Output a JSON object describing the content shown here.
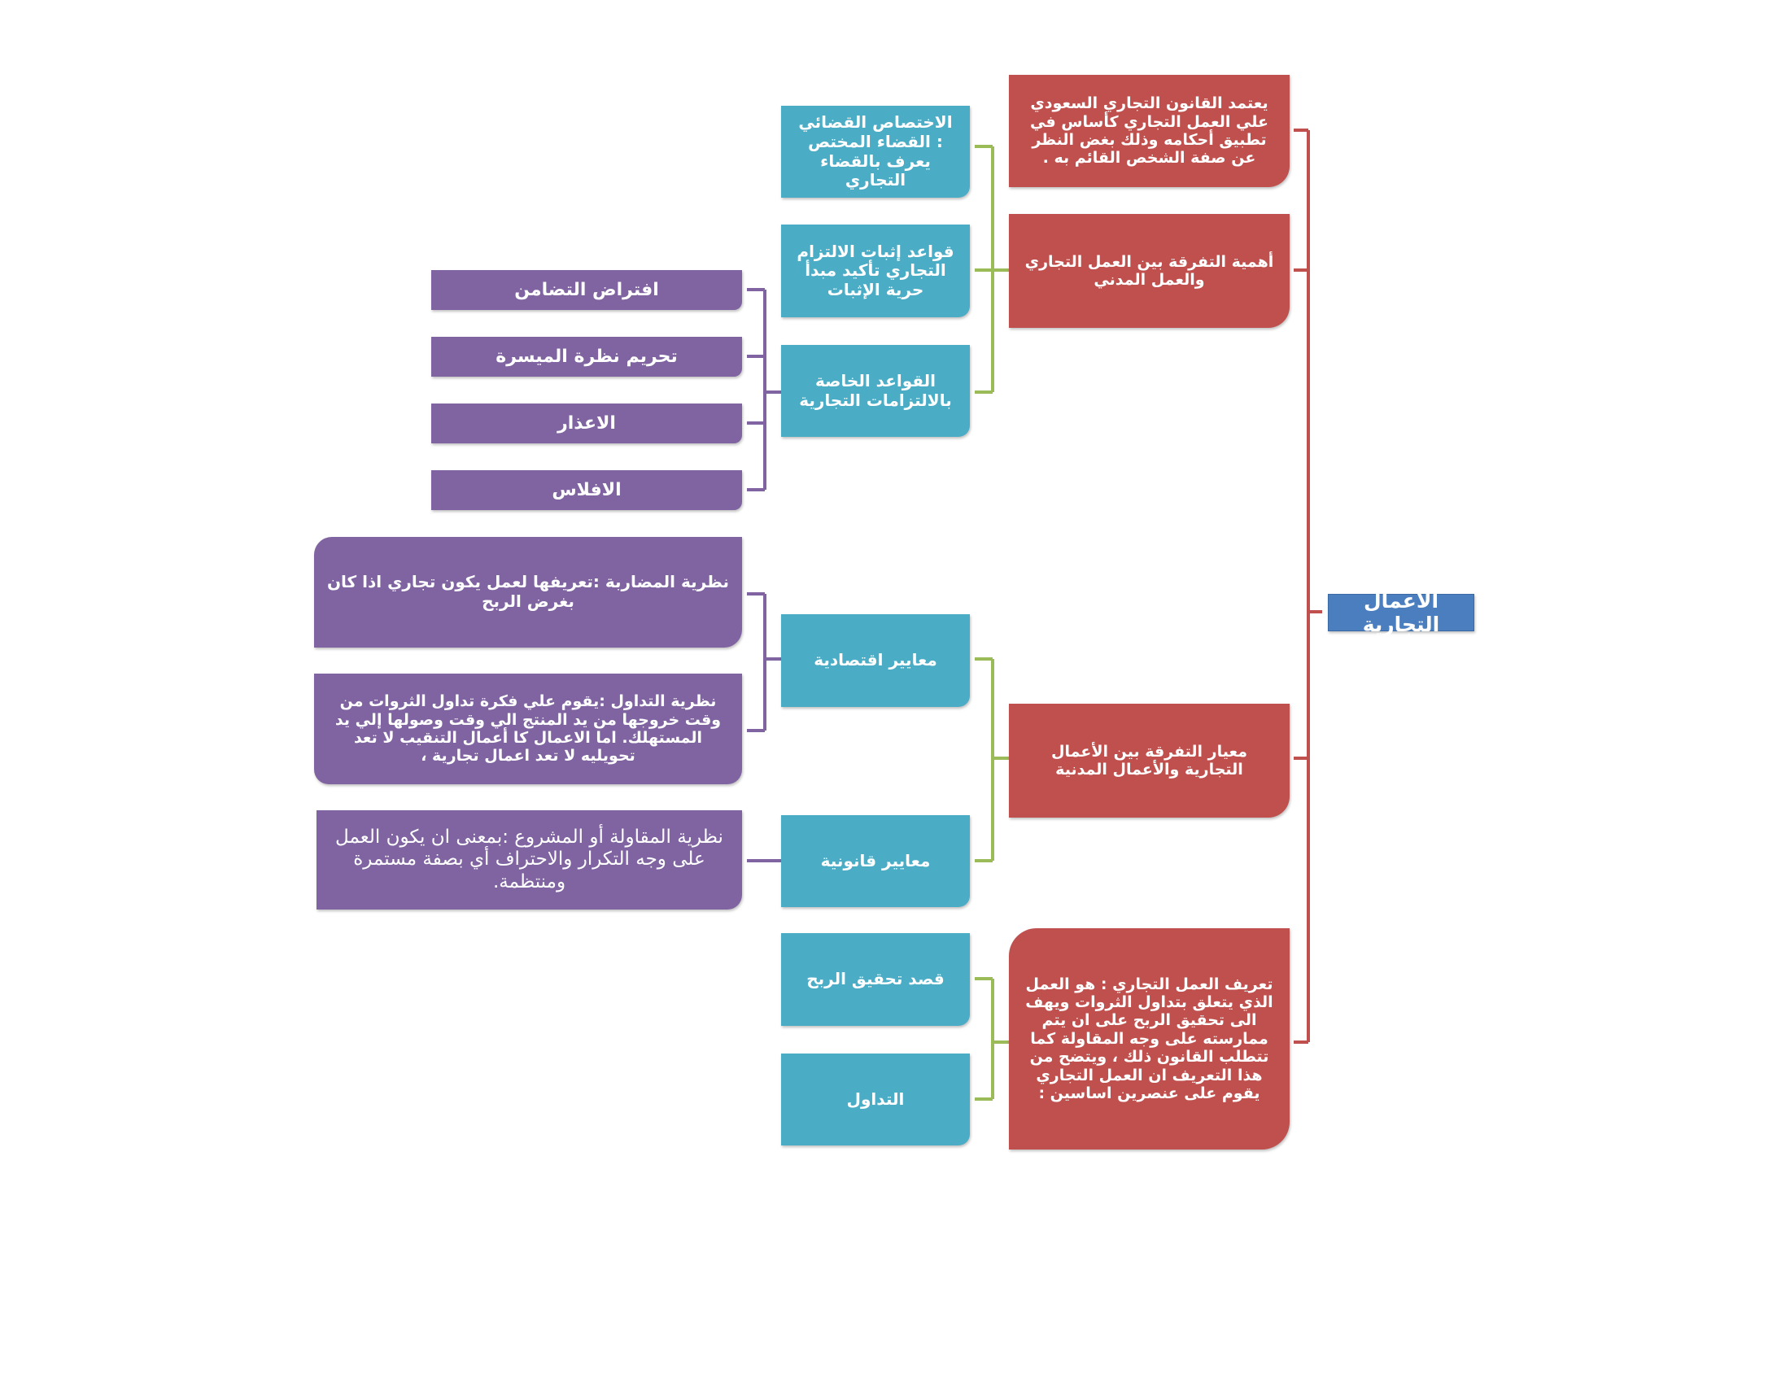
{
  "colors": {
    "root": "#4a7ebf",
    "level1": "#c0504d",
    "level2": "#4bacc6",
    "level3": "#8064a2",
    "connector_red": "#c0504d",
    "connector_green": "#9bbb59",
    "connector_purple": "#8064a2"
  },
  "root": {
    "label": "الاعمال التجارية"
  },
  "level1": [
    {
      "label": "يعتمد القانون التجاري السعودي علي العمل التجاري كأساس في تطبيق أحكامه وذلك بغض النظر عن صفة الشخص القائم  به ."
    },
    {
      "label": "أهمية التفرقة بين العمل التجاري والعمل المدني"
    },
    {
      "label": "معيار التفرقة بين الأعمال التجارية والأعمال المدنية"
    },
    {
      "label": "تعريف العمل التجاري :  هو العمل الذي يتعلق بتداول الثروات ويهف الى تحقيق الربح على ان يتم ممارسته على وجه المقاولة  كما تتطلب القانون ذلك ، ويتضح من هذا التعريف ان العمل التجاري يقوم على عنصرين اساسين :"
    }
  ],
  "level2": [
    {
      "label": "الاختصاص القضائي : القضاء المختص يعرف بالقضاء التجاري"
    },
    {
      "label": "قواعد إثبات الالتزام التجاري  تأكيد مبدأ حرية الإثبات"
    },
    {
      "label": "القواعد الخاصة بالالتزامات التجارية"
    },
    {
      "label": "معايير اقتصادية"
    },
    {
      "label": "معايير قانونية"
    },
    {
      "label": "قصد تحقيق الربح"
    },
    {
      "label": "التداول"
    }
  ],
  "level3": [
    {
      "label": "افتراض التضامن"
    },
    {
      "label": "تحريم نظرة الميسرة"
    },
    {
      "label": "الاعذار"
    },
    {
      "label": "الافلاس"
    },
    {
      "label": "نظرية المضاربة  :تعريفها لعمل يكون تجاري اذا كان بغرض الربح"
    },
    {
      "label": "نظرية التداول :يقوم علي فكرة تداول الثروات من وقت خروجها من يد المنتج  الي وقت وصولها إلي يد المستهلك. اما الاعمال كا أعمال التنقيب لا تعد تحويليه لا تعد اعمال تجارية ،"
    },
    {
      "label": "نظرية المقاولة أو المشروع :بمعنى ان يكون العمل على وجه التكرار والاحتراف أي بصفة مستمرة ومنتظمة."
    }
  ]
}
